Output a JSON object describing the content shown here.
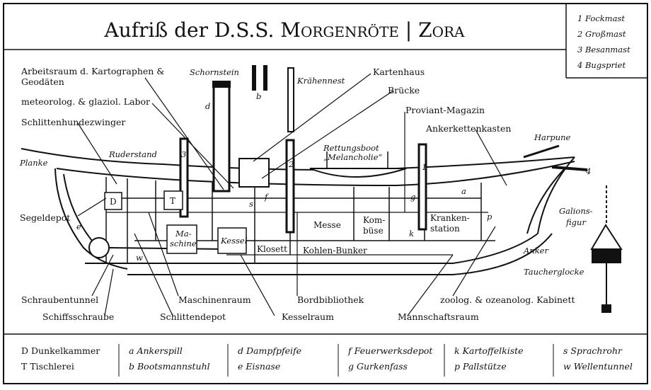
{
  "title": {
    "main": "Aufriß der D.S.S. ",
    "ship": "Morgenröte",
    "sep": " | ",
    "alt": "Zora"
  },
  "masts": [
    {
      "num": "1",
      "name": "Fockmast"
    },
    {
      "num": "2",
      "name": "Großmast"
    },
    {
      "num": "3",
      "name": "Besanmast"
    },
    {
      "num": "4",
      "name": "Bugspriet"
    }
  ],
  "labels": {
    "arbeitsraum_1": "Arbeitsraum d. Kartographen &",
    "arbeitsraum_2": "Geodäten",
    "labor": "meteorolog. & glaziol. Labor",
    "zwinger": "Schlittenhundezwinger",
    "planke": "Planke",
    "ruderstand": "Ruderstand",
    "schornstein": "Schornstein",
    "kraehennest": "Krähennest",
    "kartenhaus": "Kartenhaus",
    "bruecke": "Brücke",
    "proviant": "Proviant-Magazin",
    "ankerkettenkasten": "Ankerkettenkasten",
    "harpune": "Harpune",
    "rettungsboot_1": "Rettungsboot",
    "rettungsboot_2": "„Melancholie“",
    "galions_1": "Galions-",
    "galions_2": "figur",
    "segeldepot": "Segeldepot",
    "anker": "Anker",
    "taucherglocke": "Taucherglocke",
    "schraubentunnel": "Schraubentunnel",
    "schiffsschraube": "Schiffsschraube",
    "maschinenraum": "Maschinenraum",
    "schlittendepot": "Schlittendepot",
    "bordbibliothek": "Bordbibliothek",
    "kesselraum": "Kesselraum",
    "kabinett": "zoolog. & ozeanolog. Kabinett",
    "mannschaftsraum": "Mannschaftsraum"
  },
  "rooms": {
    "messe": "Messe",
    "kombuese_1": "Kom-",
    "kombuese_2": "büse",
    "kranken_1": "Kranken-",
    "kranken_2": "station",
    "kohlen": "Kohlen-Bunker",
    "klosett": "Klosett",
    "kessel": "Kessel",
    "maschine_1": "Ma-",
    "maschine_2": "schine",
    "d": "D",
    "t": "T",
    "f": "f",
    "g": "g",
    "k": "k",
    "s": "s",
    "p": "p",
    "a": "a",
    "b": "b",
    "dd": "d",
    "e": "e",
    "w": "w",
    "m1": "1",
    "m2": "2",
    "m3": "3",
    "m4": "4"
  },
  "legend": [
    {
      "key": "D",
      "text": "Dunkelkammer"
    },
    {
      "key": "T",
      "text": "Tischlerei"
    },
    {
      "key": "a",
      "text": "Ankerspill"
    },
    {
      "key": "b",
      "text": "Bootsmannstuhl"
    },
    {
      "key": "d",
      "text": "Dampfpfeife"
    },
    {
      "key": "e",
      "text": "Eisnase"
    },
    {
      "key": "f",
      "text": "Feuerwerksdepot"
    },
    {
      "key": "g",
      "text": "Gurkenfass"
    },
    {
      "key": "k",
      "text": "Kartoffelkiste"
    },
    {
      "key": "p",
      "text": "Pallstütze"
    },
    {
      "key": "s",
      "text": "Sprachrohr"
    },
    {
      "key": "w",
      "text": "Wellentunnel"
    }
  ]
}
